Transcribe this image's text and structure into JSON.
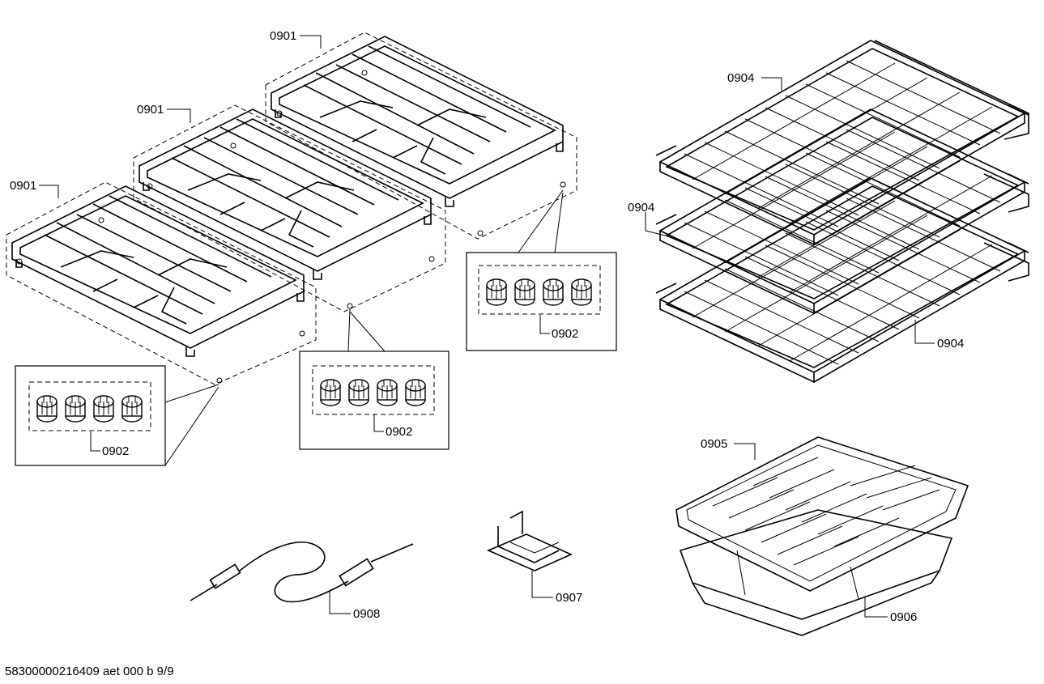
{
  "parts": {
    "grate_left": "0901",
    "grate_center": "0901",
    "grate_right": "0901",
    "feet_left": "0902",
    "feet_center": "0902",
    "feet_right": "0902",
    "rack_top": "0904",
    "rack_middle": "0904",
    "rack_bottom": "0904",
    "broil_pan_insert": "0905",
    "broil_pan": "0906",
    "bracket": "0907",
    "meat_probe": "0908"
  },
  "footer": "58300000216409 aet 000 b 9/9"
}
